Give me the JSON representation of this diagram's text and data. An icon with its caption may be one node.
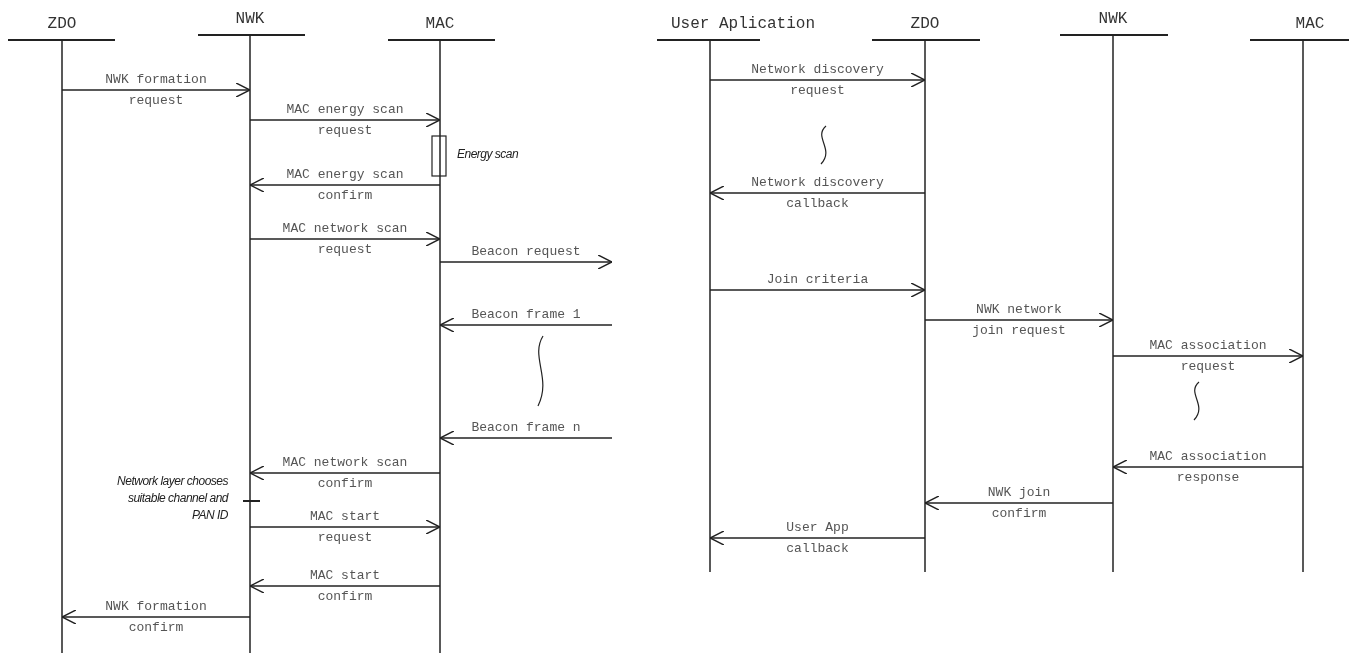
{
  "diagram": {
    "nodes": [
      {
        "text": [
          "ZDO"
        ]
      },
      {
        "text": [
          "NWK"
        ]
      },
      {
        "text": [
          "MAC"
        ]
      },
      {
        "text": [
          "User Aplication"
        ]
      },
      {
        "text": [
          "ZDO"
        ]
      },
      {
        "text": [
          "NWK"
        ]
      },
      {
        "text": [
          "MAC"
        ]
      }
    ],
    "edges": [
      {
        "from": 0,
        "to": 1,
        "arrow": "to",
        "label": "NWK formation request"
      },
      {
        "from": 1,
        "to": 2,
        "arrow": "to",
        "label": "MAC energy scan request"
      },
      {
        "from": 2,
        "to": 1,
        "arrow": "to",
        "label": "MAC energy scan confirm"
      },
      {
        "from": 1,
        "to": 2,
        "arrow": "to",
        "label": "MAC network scan request"
      },
      {
        "from": 2,
        "to": null,
        "arrow": "to",
        "label": "Beacon request"
      },
      {
        "from": null,
        "to": 2,
        "arrow": "to",
        "label": "Beacon frame 1"
      },
      {
        "from": null,
        "to": 2,
        "arrow": "to",
        "label": "Beacon frame n"
      },
      {
        "from": 2,
        "to": 1,
        "arrow": "to",
        "label": "MAC network scan confirm"
      },
      {
        "from": 1,
        "to": 2,
        "arrow": "to",
        "label": "MAC start request"
      },
      {
        "from": 2,
        "to": 1,
        "arrow": "to",
        "label": "MAC start confirm"
      },
      {
        "from": 1,
        "to": 0,
        "arrow": "to",
        "label": "NWK formation confirm"
      },
      {
        "from": 3,
        "to": 4,
        "arrow": "to",
        "label": "Network discovery request"
      },
      {
        "from": 4,
        "to": 3,
        "arrow": "to",
        "label": "Network discovery callback"
      },
      {
        "from": 3,
        "to": 4,
        "arrow": "to",
        "label": "Join criteria"
      },
      {
        "from": 4,
        "to": 5,
        "arrow": "to",
        "label": "NWK network join request"
      },
      {
        "from": 5,
        "to": 6,
        "arrow": "to",
        "label": "MAC association request"
      },
      {
        "from": 6,
        "to": 5,
        "arrow": "to",
        "label": "MAC association response"
      },
      {
        "from": 5,
        "to": 4,
        "arrow": "to",
        "label": "NWK join confirm"
      },
      {
        "from": 4,
        "to": 3,
        "arrow": "to",
        "label": "User App callback"
      }
    ],
    "labels": [
      "Energy scan",
      "Network layer chooses suitable channel and PAN ID"
    ]
  }
}
